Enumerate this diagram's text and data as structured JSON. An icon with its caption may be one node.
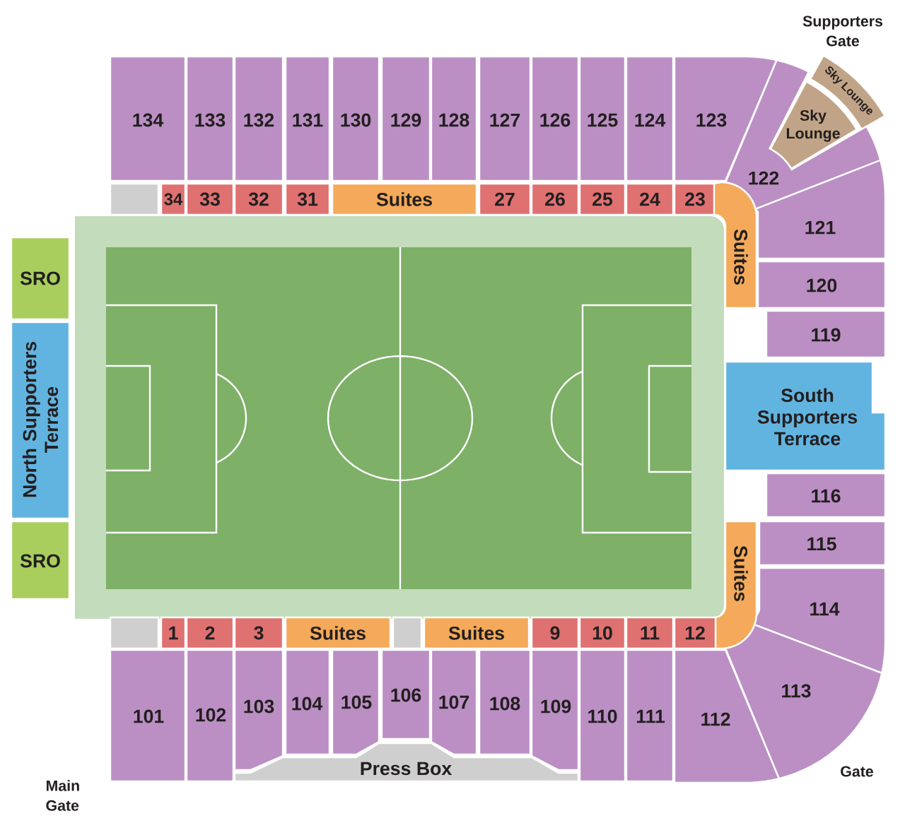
{
  "diagram": {
    "nodes": [
      {
        "text": [
          "134"
        ]
      },
      {
        "text": [
          "133"
        ]
      },
      {
        "text": [
          "132"
        ]
      },
      {
        "text": [
          "131"
        ]
      },
      {
        "text": [
          "130"
        ]
      },
      {
        "text": [
          "129"
        ]
      },
      {
        "text": [
          "128"
        ]
      },
      {
        "text": [
          "127"
        ]
      },
      {
        "text": [
          "126"
        ]
      },
      {
        "text": [
          "125"
        ]
      },
      {
        "text": [
          "124"
        ]
      },
      {
        "text": [
          "123"
        ]
      },
      {
        "text": [
          "Sky Lounge"
        ]
      },
      {
        "text": [
          "Sky Lounge"
        ]
      },
      {
        "text": [
          "122"
        ]
      },
      {
        "text": [],
        "shape": "box"
      },
      {
        "text": [
          "34"
        ]
      },
      {
        "text": [
          "33"
        ]
      },
      {
        "text": [
          "32"
        ]
      },
      {
        "text": [
          "31"
        ]
      },
      {
        "text": [
          "Suites"
        ]
      },
      {
        "text": [
          "27"
        ]
      },
      {
        "text": [
          "26"
        ]
      },
      {
        "text": [
          "25"
        ]
      },
      {
        "text": [
          "24"
        ]
      },
      {
        "text": [
          "23"
        ]
      },
      {
        "text": [
          "Suites"
        ]
      },
      {
        "text": [
          "121"
        ]
      },
      {
        "text": [
          "SRO"
        ]
      },
      {
        "text": [
          "120"
        ]
      },
      {
        "text": [
          "119"
        ]
      },
      {
        "text": [
          "North Supporters Terrace"
        ]
      },
      {
        "text": [
          "South Supporters Terrace"
        ]
      },
      {
        "text": [
          "116"
        ]
      },
      {
        "text": [
          "SRO"
        ]
      },
      {
        "text": [
          "Suites"
        ]
      },
      {
        "text": [
          "115"
        ]
      },
      {
        "text": [
          "114"
        ]
      },
      {
        "text": [],
        "shape": "box"
      },
      {
        "text": [
          "1"
        ]
      },
      {
        "text": [
          "2"
        ]
      },
      {
        "text": [
          "3"
        ]
      },
      {
        "text": [
          "Suites"
        ]
      },
      {
        "text": [],
        "shape": "box"
      },
      {
        "text": [
          "Suites"
        ]
      },
      {
        "text": [
          "9"
        ]
      },
      {
        "text": [
          "10"
        ]
      },
      {
        "text": [
          "11"
        ]
      },
      {
        "text": [
          "12"
        ]
      },
      {
        "text": [
          "101"
        ]
      },
      {
        "text": [
          "102"
        ]
      },
      {
        "text": [
          "103"
        ]
      },
      {
        "text": [
          "104"
        ]
      },
      {
        "text": [
          "105"
        ]
      },
      {
        "text": [
          "106"
        ]
      },
      {
        "text": [
          "107"
        ]
      },
      {
        "text": [
          "108"
        ]
      },
      {
        "text": [
          "109"
        ]
      },
      {
        "text": [
          "110"
        ]
      },
      {
        "text": [
          "111"
        ]
      },
      {
        "text": [
          "112"
        ]
      },
      {
        "text": [
          "113"
        ]
      },
      {
        "text": [
          "Press Box"
        ]
      }
    ],
    "labels": [
      "Supporters Gate",
      "Main Gate",
      "Gate"
    ]
  }
}
